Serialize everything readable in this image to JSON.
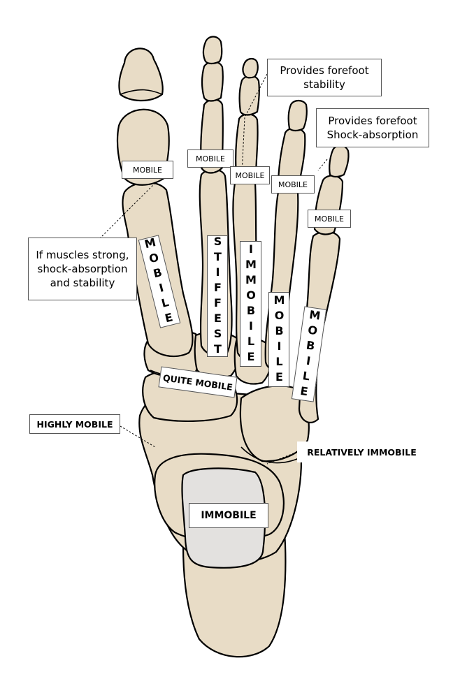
{
  "labels": {
    "mobile_great_toe_joint": "MOBILE",
    "mobile_second_toe_joint": "MOBILE",
    "mobile_third_toe_joint": "MOBILE",
    "mobile_fourth_toe_joint": "MOBILE",
    "mobile_fifth_toe_joint": "MOBILE",
    "forefoot_stability_note": "Provides forefoot stability",
    "forefoot_shock_note": "Provides forefoot Shock-absorption",
    "muscles_note": "If muscles strong, shock-absorption and stability",
    "first_ray": "MOBILE",
    "second_ray": "STIFFEST",
    "third_ray": "IMMOBILE",
    "fourth_ray": "MOBILE",
    "fifth_ray": "MOBILE",
    "quite_mobile": "QUITE MOBILE",
    "highly_mobile": "HIGHLY MOBILE",
    "relatively_immobile": "RELATIVELY IMMOBILE",
    "immobile_talus": "IMMOBILE"
  }
}
